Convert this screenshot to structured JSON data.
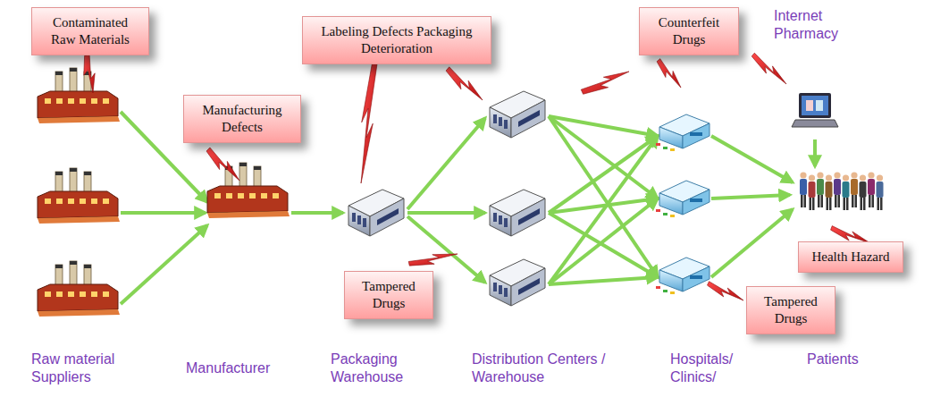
{
  "diagram": {
    "nodes": [
      {
        "text": [
          "Contaminated Raw Materials"
        ]
      },
      {
        "text": [
          "Manufacturing Defects"
        ]
      },
      {
        "text": [
          "Labeling Defects Packaging Deterioration"
        ]
      },
      {
        "text": [
          "Counterfeit Drugs"
        ]
      },
      {
        "text": [
          "Tampered Drugs"
        ]
      },
      {
        "text": [
          "Health Hazard"
        ]
      },
      {
        "text": [
          "Tampered Drugs"
        ]
      }
    ],
    "labels": [
      "Internet Pharmacy",
      "Raw material Suppliers",
      "Manufacturer",
      "Packaging Warehouse",
      "Distribution Centers / Warehouse",
      "Hospitals/ Clinics/",
      "Patients"
    ]
  }
}
